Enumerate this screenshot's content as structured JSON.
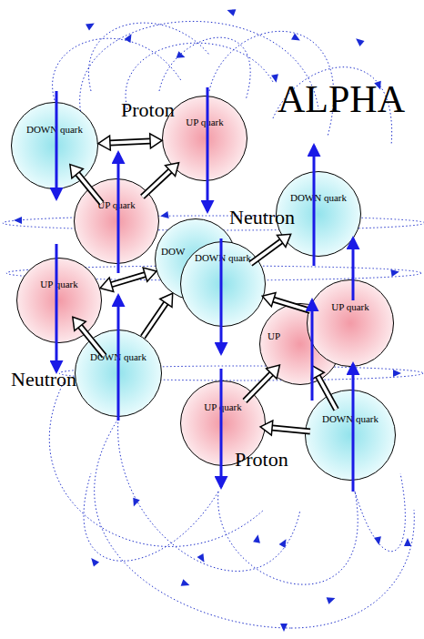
{
  "diagram": {
    "title": "ALPHA",
    "nodes": [
      {
        "text": [
          "DOWN quark"
        ]
      },
      {
        "text": [
          "UP quark"
        ]
      },
      {
        "text": [
          "UP quark"
        ]
      },
      {
        "text": [
          "DOWN quark"
        ]
      },
      {
        "text": [
          "UP quark"
        ]
      },
      {
        "text": [
          "DOWN quark"
        ]
      },
      {
        "text": [
          "DOW"
        ]
      },
      {
        "text": [
          "DOWN quark"
        ]
      },
      {
        "text": [
          "UP"
        ]
      },
      {
        "text": [
          "UP quark"
        ]
      },
      {
        "text": [
          "UP quark"
        ]
      },
      {
        "text": [
          "DOWN quark"
        ]
      }
    ],
    "edges": [
      {
        "from": 0,
        "to": 1,
        "arrow": "both"
      },
      {
        "from": 2,
        "to": 0,
        "arrow": "to"
      },
      {
        "from": 2,
        "to": 1,
        "arrow": "to"
      },
      {
        "from": 7,
        "to": 3,
        "arrow": "to"
      },
      {
        "from": 9,
        "to": 7,
        "arrow": "to"
      },
      {
        "from": 11,
        "to": 10,
        "arrow": "to"
      },
      {
        "from": 11,
        "to": 8,
        "arrow": "to"
      },
      {
        "from": 10,
        "to": 8,
        "arrow": "to"
      },
      {
        "from": 5,
        "to": 4,
        "arrow": "to"
      },
      {
        "from": 4,
        "to": 6,
        "arrow": "both"
      },
      {
        "from": 5,
        "to": 6,
        "arrow": "to"
      }
    ],
    "labels": [
      "Proton",
      "Neutron",
      "Neutron",
      "Proton"
    ]
  }
}
